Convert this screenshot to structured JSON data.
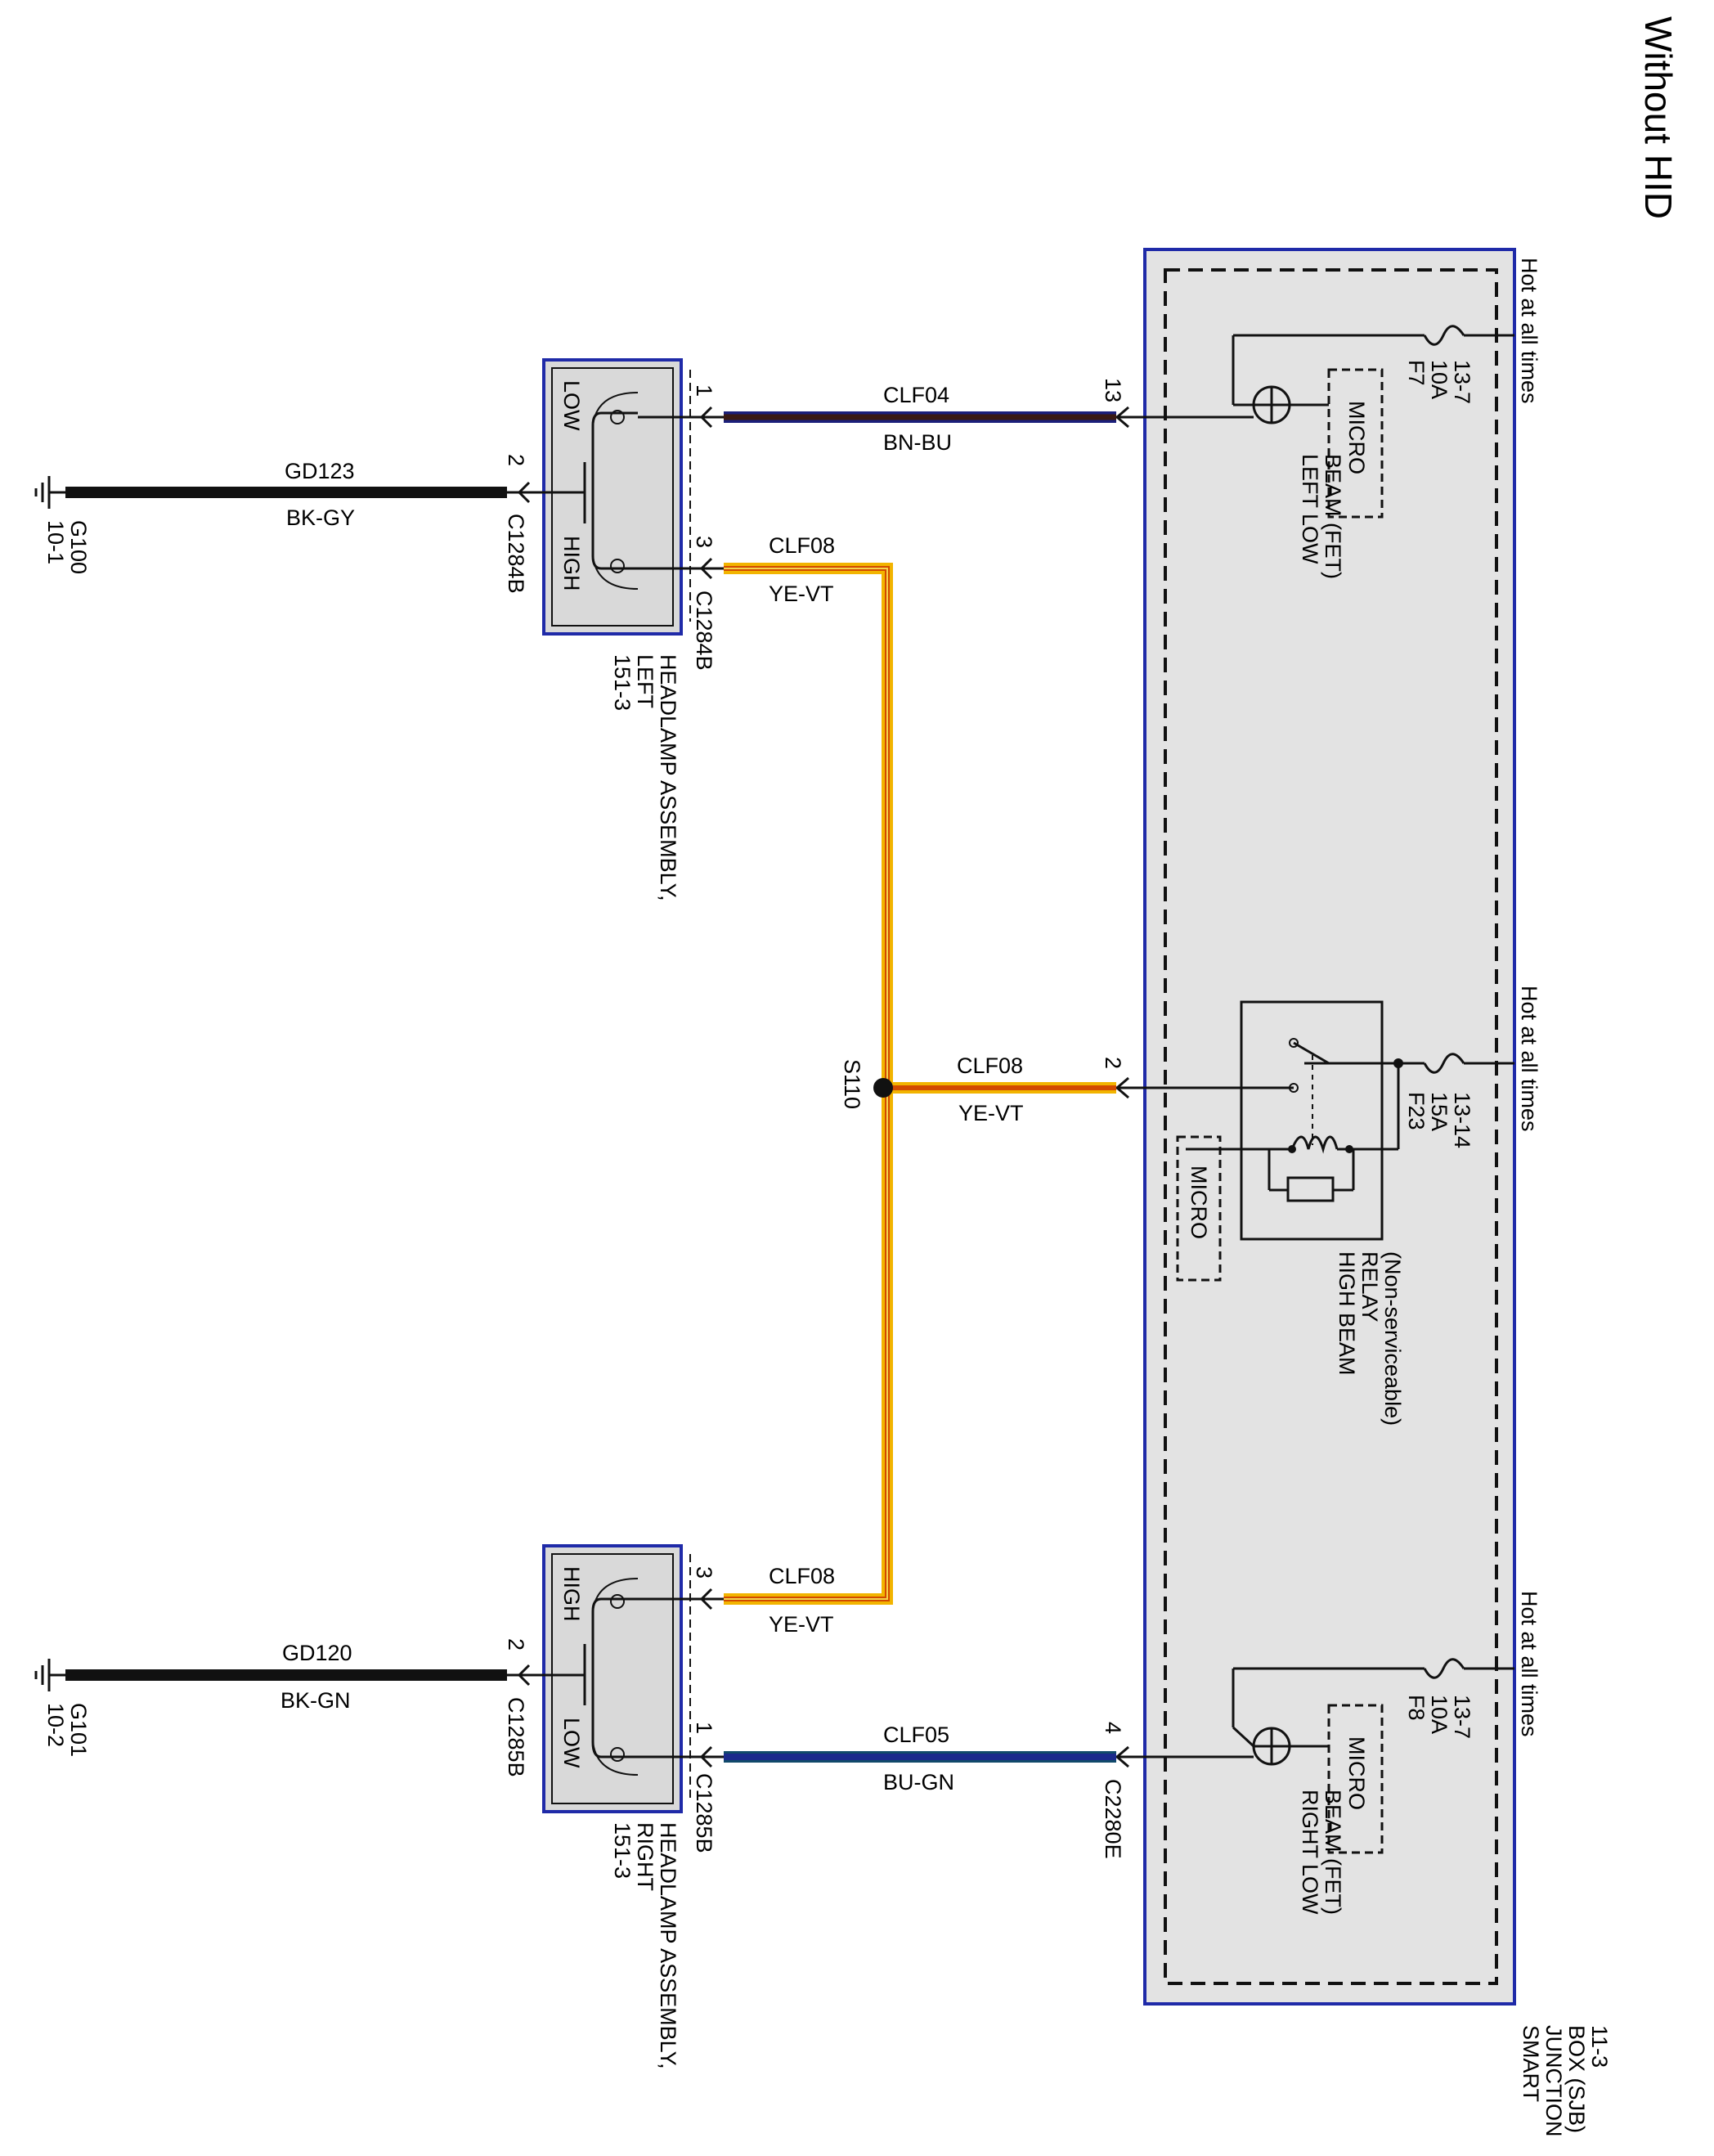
{
  "title": "Without HID",
  "colors": {
    "sjb_fill": "#e3e3e3",
    "sjb_border": "#1f2aa8",
    "assembly_border": "#1f2aa8",
    "assembly_fill": "#d9d9d9",
    "wire_black": "#111111",
    "wire_bn_bu": [
      "#3a1a14",
      "#1b1f7a"
    ],
    "wire_ye_vt": [
      "#f2b400",
      "#d24a00",
      "#9a2fa8"
    ],
    "wire_bu_gn": [
      "#1b2a8c",
      "#114a6a"
    ]
  },
  "sjb": {
    "label_lines": [
      "SMART",
      "JUNCTION",
      "BOX (SJB)",
      "11-3"
    ],
    "feeds": [
      {
        "label": "Hot at all times"
      },
      {
        "label": "Hot at all times"
      },
      {
        "label": "Hot at all times"
      }
    ],
    "fuses": [
      {
        "name": "F7",
        "rating": "10A",
        "ref": "13-7"
      },
      {
        "name": "F23",
        "rating": "15A",
        "ref": "13-14"
      },
      {
        "name": "F8",
        "rating": "10A",
        "ref": "13-7"
      }
    ],
    "micro_label": "MICRO",
    "left_fet": [
      "LEFT LOW",
      "BEAM (FET)"
    ],
    "right_fet": [
      "RIGHT LOW",
      "BEAM (FET)"
    ],
    "relay": [
      "HIGH BEAM",
      "RELAY",
      "(Non-serviceable)"
    ],
    "connector": "C2280E",
    "pins": {
      "left_low": "13",
      "high": "2",
      "right_low": "4"
    }
  },
  "circuits": {
    "clf04": {
      "name": "CLF04",
      "color": "BN-BU"
    },
    "clf08_left": {
      "name": "CLF08",
      "color": "YE-VT"
    },
    "clf08_sjb": {
      "name": "CLF08",
      "color": "YE-VT"
    },
    "clf08_right": {
      "name": "CLF08",
      "color": "YE-VT"
    },
    "clf05": {
      "name": "CLF05",
      "color": "BU-GN"
    },
    "gd123": {
      "name": "GD123",
      "color": "BK-GY"
    },
    "gd120": {
      "name": "GD120",
      "color": "BK-GN"
    }
  },
  "splice": "S110",
  "left_headlamp": {
    "label_lines": [
      "HEADLAMP ASSEMBLY,",
      "LEFT",
      "151-3"
    ],
    "connector_top": "C1284B",
    "connector_bottom": "C1284B",
    "low_label": "LOW",
    "high_label": "HIGH",
    "pin_low": "1",
    "pin_ground": "2",
    "pin_high": "3"
  },
  "right_headlamp": {
    "label_lines": [
      "HEADLAMP ASSEMBLY,",
      "RIGHT",
      "151-3"
    ],
    "connector_top": "C1285B",
    "connector_bottom": "C1285B",
    "low_label": "LOW",
    "high_label": "HIGH",
    "pin_low": "1",
    "pin_ground": "2",
    "pin_high": "3"
  },
  "grounds": [
    {
      "name": "G100",
      "ref": "10-1"
    },
    {
      "name": "G101",
      "ref": "10-2"
    }
  ]
}
